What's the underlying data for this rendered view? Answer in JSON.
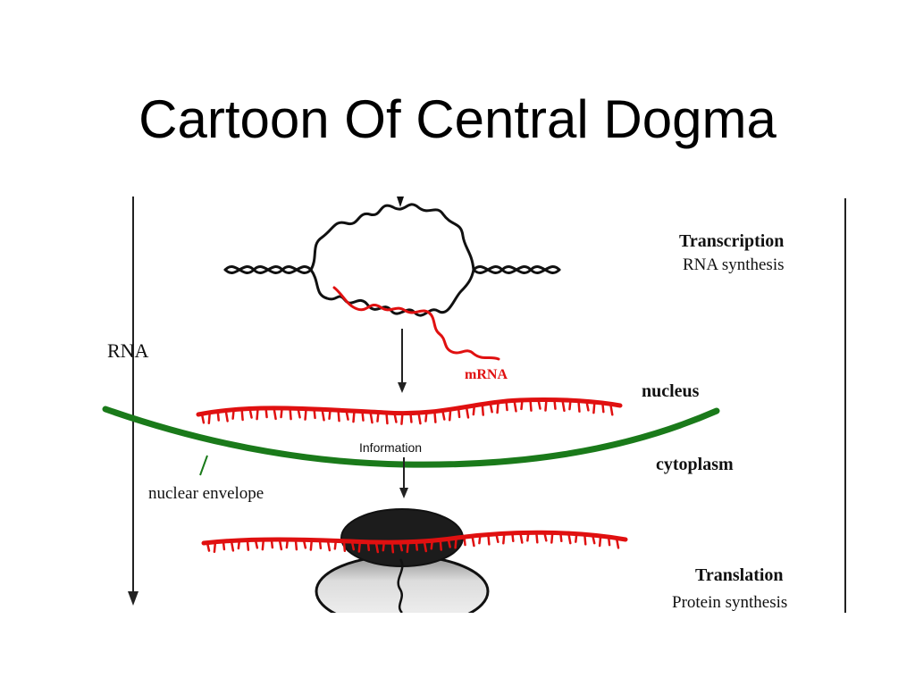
{
  "slide": {
    "title": "Cartoon Of Central Dogma"
  },
  "diagram": {
    "colors": {
      "dna": "#111111",
      "mrna": "#e01010",
      "nuclear_envelope": "#1a7a1a",
      "ribosome_large": "#1c1c1c",
      "ribosome_small": "#cfcfcf"
    },
    "labels": {
      "axis": "RNA",
      "transcription_title": "Transcription",
      "transcription_sub": "RNA synthesis",
      "mrna": "mRNA",
      "nucleus": "nucleus",
      "information": "Information",
      "cytoplasm": "cytoplasm",
      "nuclear_envelope": "nuclear envelope",
      "translation_title": "Translation",
      "translation_sub": "Protein synthesis"
    }
  }
}
